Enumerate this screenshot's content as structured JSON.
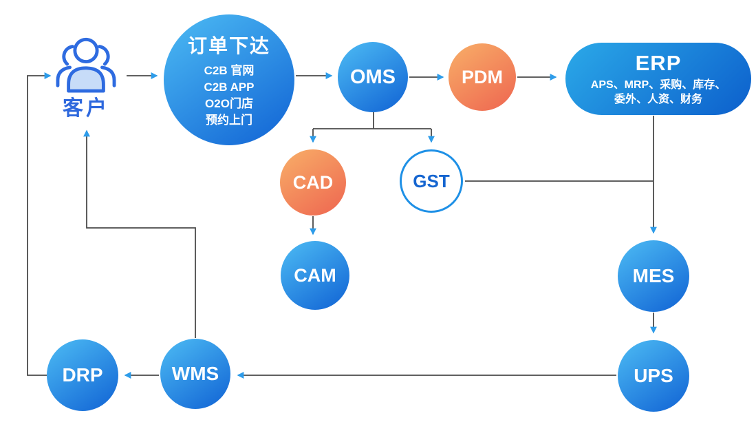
{
  "diagram": {
    "customer": {
      "label": "客户"
    },
    "order": {
      "title": "订单下达",
      "channels": [
        "C2B 官网",
        "C2B APP",
        "O2O门店",
        "预约上门"
      ]
    },
    "oms": {
      "label": "OMS"
    },
    "pdm": {
      "label": "PDM"
    },
    "erp": {
      "title": "ERP",
      "sub1": "APS、MRP、采购、库存、",
      "sub2": "委外、人资、财务"
    },
    "cad": {
      "label": "CAD"
    },
    "gst": {
      "label": "GST"
    },
    "cam": {
      "label": "CAM"
    },
    "mes": {
      "label": "MES"
    },
    "ups": {
      "label": "UPS"
    },
    "wms": {
      "label": "WMS"
    },
    "drp": {
      "label": "DRP"
    }
  },
  "colors": {
    "blue_light": "#4DBCF4",
    "blue_dark": "#1062D4",
    "orange_light": "#F8AF68",
    "orange_dark": "#EE6550",
    "erp_light": "#2BA9E8",
    "erp_dark": "#0C5FCC",
    "line": "#4A4A4A",
    "arrow": "#2D9CEA",
    "gst_border": "#1E90E6",
    "gst_text": "#1565D0",
    "icon_blue": "#2E6BE0",
    "icon_fill": "#C7DCF8",
    "customer_label": "#2E68DD"
  }
}
